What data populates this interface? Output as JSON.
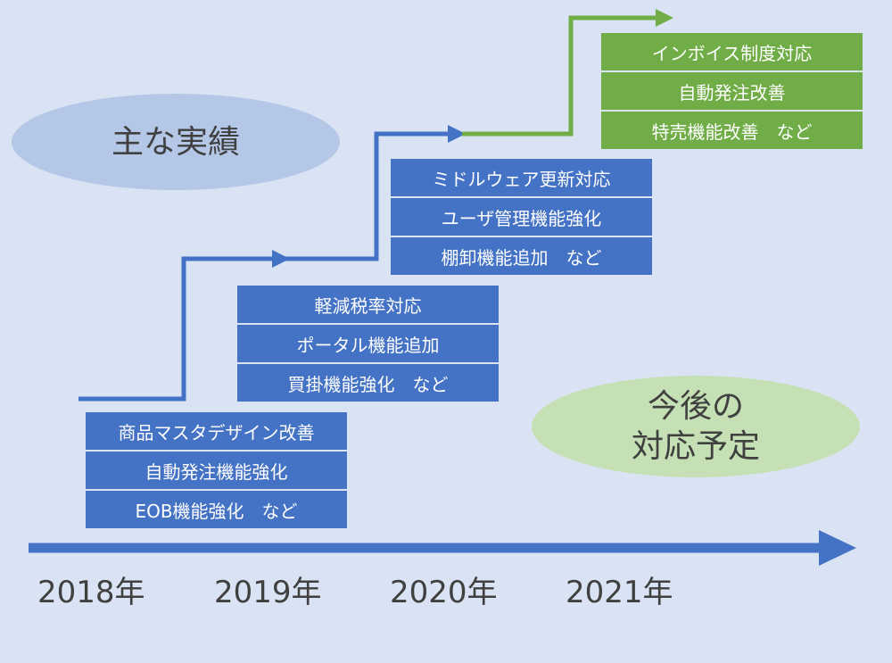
{
  "colors": {
    "background": "#dae3f3",
    "actual": "#4472c4",
    "planned": "#70ad47",
    "timeline": "#4472c4"
  },
  "title_oval": {
    "label": "主な実績"
  },
  "plan_oval": {
    "line1": "今後の",
    "line2": "対応予定"
  },
  "years": [
    "2018年",
    "2019年",
    "2020年",
    "2021年"
  ],
  "boxes": [
    {
      "status": "actual",
      "items": [
        "商品マスタデザイン改善",
        "自動発注機能強化",
        "EOB機能強化　など"
      ]
    },
    {
      "status": "actual",
      "items": [
        "軽減税率対応",
        "ポータル機能追加",
        "買掛機能強化　など"
      ]
    },
    {
      "status": "actual",
      "items": [
        "ミドルウェア更新対応",
        "ユーザ管理機能強化",
        "棚卸機能追加　など"
      ]
    },
    {
      "status": "planned",
      "items": [
        "インボイス制度対応",
        "自動発注改善",
        "特売機能改善　など"
      ]
    }
  ]
}
